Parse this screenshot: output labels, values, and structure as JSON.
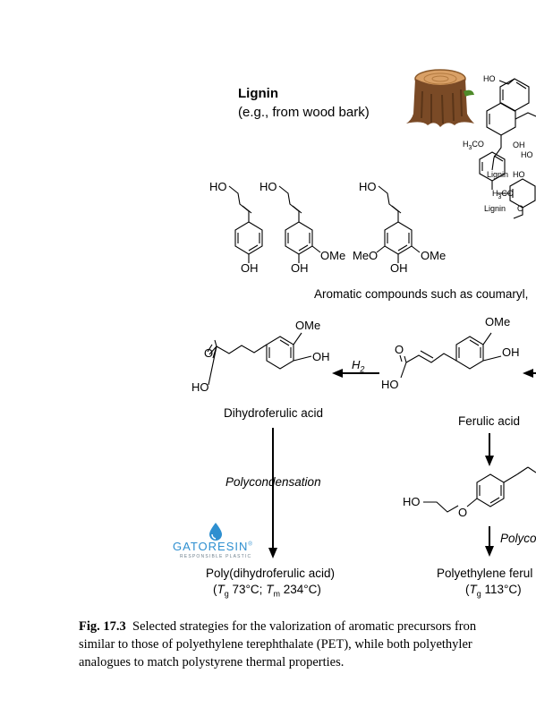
{
  "lignin": {
    "title": "Lignin",
    "subtitle": "(e.g., from wood bark)"
  },
  "lignin_structure_labels": {
    "ho_top": "HO",
    "h3co_1": "H",
    "h3co_1b": "3",
    "h3co_1c": "CO",
    "oh_1": "OH",
    "ho_right": "HO",
    "lignin_label_1": "Lignin",
    "ho_mid": "HO",
    "h3co_2": "H",
    "h3co_2b": "3",
    "h3co_2c": "CO",
    "lignin_label_2": "Lignin",
    "o_label": "O"
  },
  "monolignols": {
    "coumaryl": {
      "ho": "HO",
      "oh": "OH"
    },
    "coniferyl": {
      "ho": "HO",
      "ome": "OMe",
      "oh": "OH"
    },
    "sinapyl": {
      "ho": "HO",
      "meo": "MeO",
      "ome": "OMe",
      "oh": "OH"
    }
  },
  "aromatic_caption": "Aromatic compounds such as coumaryl,",
  "dihydroferulic": {
    "ome": "OMe",
    "oh": "OH",
    "o": "O",
    "ho": "HO",
    "name": "Dihydroferulic acid"
  },
  "ferulic": {
    "ome": "OMe",
    "oh": "OH",
    "o": "O",
    "ho": "HO",
    "name": "Ferulic acid"
  },
  "reaction": {
    "h2_main": "H",
    "h2_sub": "2",
    "polycondensation": "Polycondensation",
    "polyco_partial": "Polyco"
  },
  "hydroxyethyl": {
    "ho": "HO",
    "o": "O"
  },
  "gatoresin": {
    "brand": "GATORESIN",
    "tm": "®",
    "tagline": "RESPONSIBLE PLASTIC"
  },
  "poly_dihydroferulic": {
    "name": "Poly(dihydroferulic acid)",
    "open": "(",
    "tg_T": "T",
    "tg_sub": "g",
    "tg_val": " 73°C; ",
    "tm_T": "T",
    "tm_sub": "m",
    "tm_val": " 234°C)"
  },
  "poly_ethylene_ferulate": {
    "name": "Polyethylene ferul",
    "open": "(",
    "tg_T": "T",
    "tg_sub": "g",
    "tg_val": " 113°C)"
  },
  "caption": {
    "figno": "Fig. 17.3",
    "line1": "Selected strategies for the valorization of aromatic precursors fron",
    "line2": "similar to those of polyethylene terephthalate (PET), while both polyethyler",
    "line3": "analogues to match polystyrene thermal properties."
  },
  "colors": {
    "stump_bark": "#7a4a26",
    "stump_top": "#d9a066",
    "gatoresin_blue": "#2e8fd0",
    "gatoresin_gray": "#6d7f8c"
  }
}
